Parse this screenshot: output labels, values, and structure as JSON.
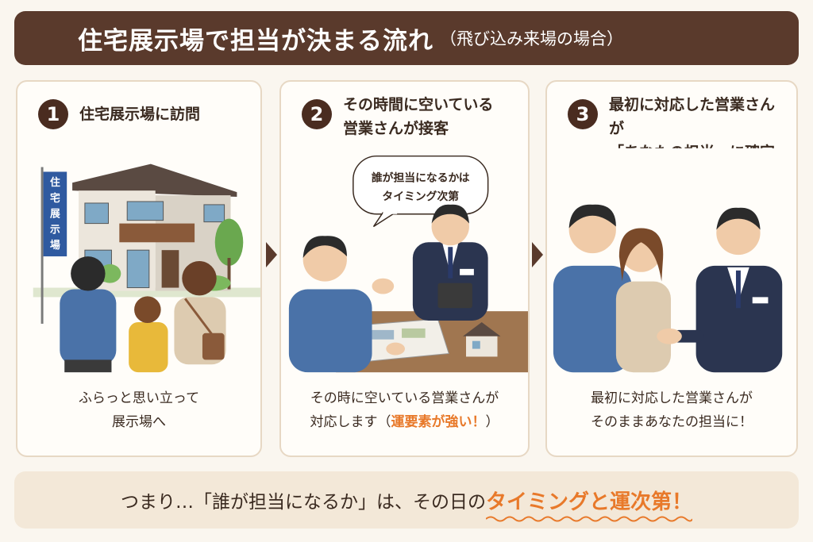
{
  "title": {
    "main": "住宅展示場で担当が決まる流れ",
    "sub": "（飛び込み来場の場合）"
  },
  "steps": [
    {
      "number": "1",
      "heading_lines": [
        "住宅展示場に訪問"
      ],
      "sign_text": "住宅展示場",
      "caption_lines": [
        "ふらっと思い立って",
        "展示場へ"
      ]
    },
    {
      "number": "2",
      "heading_lines": [
        "その時間に空いている",
        "営業さんが接客"
      ],
      "speech_lines": [
        "誰が担当になるかは",
        "タイミング次第"
      ],
      "caption_line1": "その時に空いている営業さんが",
      "caption_line2_prefix": "対応します（",
      "caption_line2_accent": "運要素が強い！",
      "caption_line2_suffix": "）"
    },
    {
      "number": "3",
      "heading_lines": [
        "最初に対応した営業さんが",
        "「あなたの担当」に確定"
      ],
      "caption_lines": [
        "最初に対応した営業さんが",
        "そのままあなたの担当に！"
      ]
    }
  ],
  "bottom": {
    "prefix": "つまり…「誰が担当になるか」は、その日の",
    "accent": "タイミングと運次第！"
  },
  "colors": {
    "title_bg": "#5a3a2c",
    "accent": "#e8792a",
    "card_border": "#e7d8c4",
    "bottom_bg": "#f3e8d8",
    "number_circle": "#4a2c20",
    "suit": "#2b3550",
    "jacket_blue": "#4a72a8"
  }
}
